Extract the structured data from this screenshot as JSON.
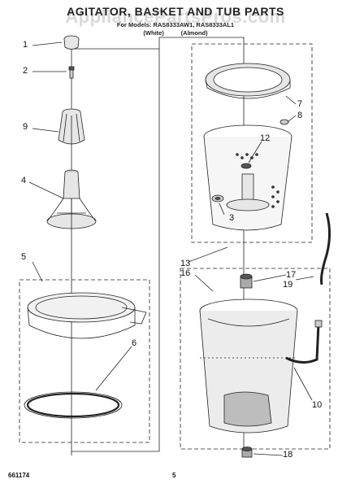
{
  "header": {
    "title": "AGITATOR, BASKET AND TUB PARTS",
    "watermark": "AppliancePartsPros.com",
    "subtitle_line1": "For Models: RAS8333AW1, RAS8333AL1",
    "subtitle_line2": "(White)          (Almond)"
  },
  "callouts": [
    {
      "id": "1",
      "text": "1"
    },
    {
      "id": "2",
      "text": "2"
    },
    {
      "id": "9",
      "text": "9"
    },
    {
      "id": "4",
      "text": "4"
    },
    {
      "id": "5",
      "text": "5"
    },
    {
      "id": "6",
      "text": "6"
    },
    {
      "id": "7",
      "text": "7"
    },
    {
      "id": "8",
      "text": "8"
    },
    {
      "id": "12",
      "text": "12"
    },
    {
      "id": "3",
      "text": "3"
    },
    {
      "id": "13",
      "text": "13"
    },
    {
      "id": "16",
      "text": "16"
    },
    {
      "id": "17",
      "text": "17"
    },
    {
      "id": "19",
      "text": "19"
    },
    {
      "id": "10",
      "text": "10"
    },
    {
      "id": "18",
      "text": "18"
    }
  ],
  "footer": {
    "doc_number": "661174",
    "page_number": "5"
  },
  "colors": {
    "line": "#222222",
    "part_fill": "#e6e6e6",
    "dark_fill": "#555555"
  }
}
